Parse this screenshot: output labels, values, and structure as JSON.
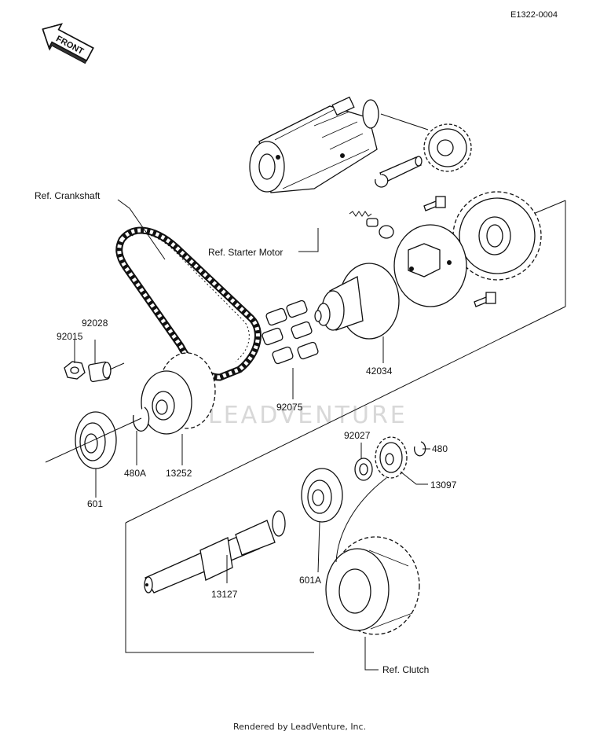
{
  "header": {
    "code": "E1322-0004",
    "front_badge": "FRONT"
  },
  "references": {
    "crankshaft": "Ref. Crankshaft",
    "starter_motor": "Ref. Starter Motor",
    "clutch": "Ref. Clutch"
  },
  "parts": {
    "p92028": "92028",
    "p92015": "92015",
    "p601": "601",
    "p480A": "480A",
    "p13252": "13252",
    "p92075": "92075",
    "p42034": "42034",
    "p92027": "92027",
    "p480": "480",
    "p13097": "13097",
    "p601A": "601A",
    "p13127": "13127"
  },
  "watermark": "LEADVENTURE",
  "footer": "Rendered by LeadVenture, Inc."
}
